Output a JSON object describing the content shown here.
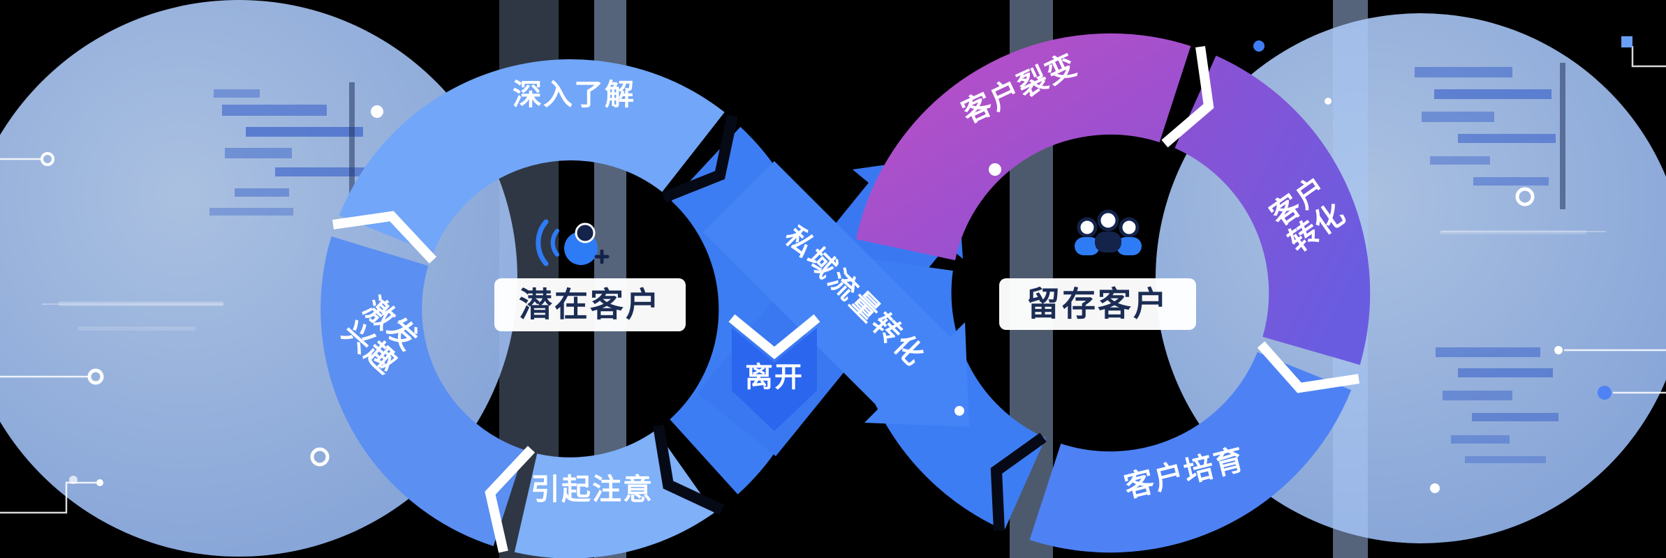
{
  "diagram": {
    "left_cycle": {
      "center_label": "潜在客户",
      "icon": "prospect-user-signal-icon",
      "segments": [
        {
          "position": "top",
          "label": "深入了解"
        },
        {
          "position": "left",
          "label": "激发兴趣",
          "lines": [
            "激发",
            "兴趣"
          ]
        },
        {
          "position": "bottom",
          "label": "引起注意"
        }
      ]
    },
    "bridge": {
      "conversion_label": "私域流量转化",
      "leave_label": "离开"
    },
    "right_cycle": {
      "center_label": "留存客户",
      "icon": "customer-group-icon",
      "segments": [
        {
          "position": "top",
          "label": "客户裂变"
        },
        {
          "position": "right",
          "label": "客户转化",
          "lines": [
            "客户",
            "转化"
          ]
        },
        {
          "position": "bottom",
          "label": "客户培育"
        }
      ]
    },
    "colors": {
      "deep_blue": "#3d7df3",
      "segment_top_blue": "#72a6f8",
      "segment_left_blue": "#5b8ff2",
      "segment_bottom_blue": "#7fb0f8",
      "ribbon_blue": "#4584f6",
      "ribbon_under_blue": "#3a78f2",
      "leave_blue": "#2b66ef",
      "purple": "#b44fc8",
      "violet_mid": "#8a52d4",
      "violet_end": "#6a5ce0",
      "nurture_blue": "#4e82f4",
      "bg_circle_light": "#bdd6fa",
      "bg_circle_deep": "#8fb2ee",
      "bar_blue": "#aac7f5",
      "label_text_navy": "#1c2d55",
      "icon_blue": "#2e7cf5",
      "icon_navy": "#13234a",
      "white": "#ffffff"
    }
  }
}
